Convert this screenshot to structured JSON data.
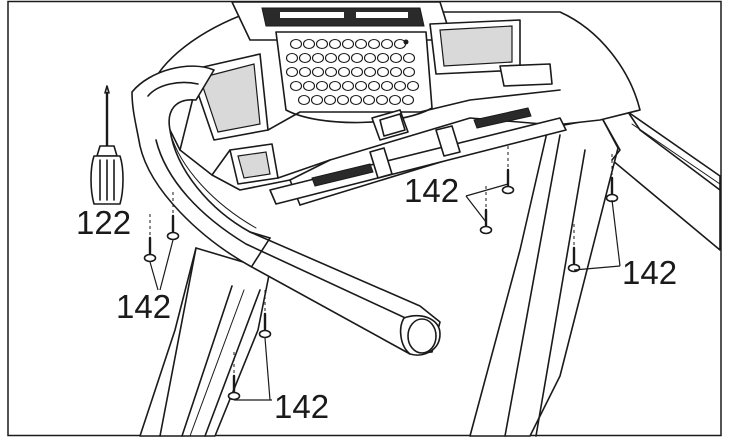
{
  "figure": {
    "border_color": "#1a1a1a",
    "background": "#ffffff"
  },
  "callouts": {
    "screwdriver": "122",
    "screws_left_upright_top": "142",
    "screws_left_upright_bottom": "142",
    "screws_center": "142",
    "screws_right_upright": "142"
  },
  "icons": [
    "screwdriver-icon",
    "screw-icon"
  ]
}
